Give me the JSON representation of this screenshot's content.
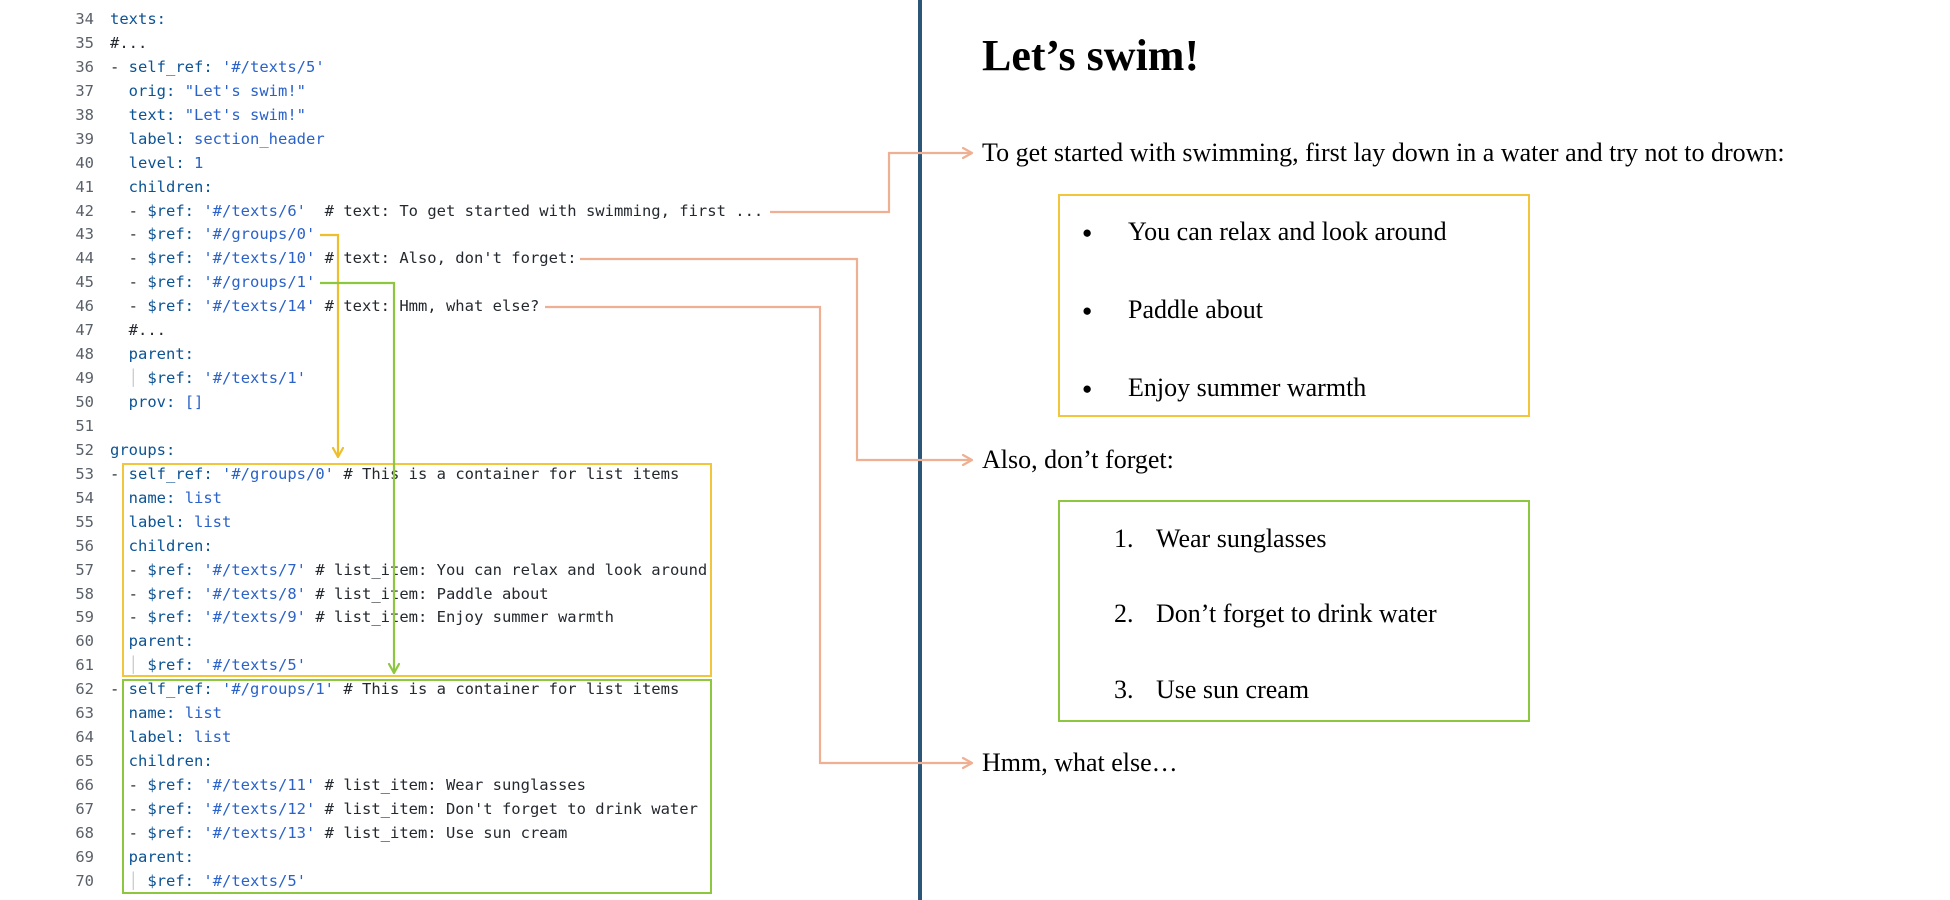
{
  "colors": {
    "divider": "#2D5577",
    "arrow_salmon": "#EFAF93",
    "arrow_yellow": "#EDBF2C",
    "arrow_green": "#8DC63F",
    "box_yellow": "#F2C63C",
    "box_green": "#8DC63F",
    "code_key": "#0B5394",
    "code_string": "#2A62C9",
    "code_plain": "#24292F",
    "line_number": "#5A6069"
  },
  "code": {
    "lines": [
      {
        "n": "34",
        "t": [
          [
            "texts:",
            "k"
          ]
        ]
      },
      {
        "n": "35",
        "t": [
          [
            "#...",
            "p"
          ]
        ]
      },
      {
        "n": "36",
        "t": [
          [
            "- ",
            "p"
          ],
          [
            "self_ref:",
            "k"
          ],
          [
            " ",
            "p"
          ],
          [
            "'#/texts/5'",
            "s"
          ]
        ]
      },
      {
        "n": "37",
        "t": [
          [
            "  ",
            "p"
          ],
          [
            "orig:",
            "k"
          ],
          [
            " ",
            "p"
          ],
          [
            "\"Let's swim!\"",
            "s"
          ]
        ]
      },
      {
        "n": "38",
        "t": [
          [
            "  ",
            "p"
          ],
          [
            "text:",
            "k"
          ],
          [
            " ",
            "p"
          ],
          [
            "\"Let's swim!\"",
            "s"
          ]
        ]
      },
      {
        "n": "39",
        "t": [
          [
            "  ",
            "p"
          ],
          [
            "label:",
            "k"
          ],
          [
            " ",
            "p"
          ],
          [
            "section_header",
            "s"
          ]
        ]
      },
      {
        "n": "40",
        "t": [
          [
            "  ",
            "p"
          ],
          [
            "level:",
            "k"
          ],
          [
            " ",
            "p"
          ],
          [
            "1",
            "s"
          ]
        ]
      },
      {
        "n": "41",
        "t": [
          [
            "  ",
            "p"
          ],
          [
            "children:",
            "k"
          ]
        ]
      },
      {
        "n": "42",
        "t": [
          [
            "  - ",
            "p"
          ],
          [
            "$ref:",
            "k"
          ],
          [
            " ",
            "p"
          ],
          [
            "'#/texts/6'",
            "s"
          ],
          [
            "  # text: To get started with swimming, first ...",
            "p"
          ]
        ]
      },
      {
        "n": "43",
        "t": [
          [
            "  - ",
            "p"
          ],
          [
            "$ref:",
            "k"
          ],
          [
            " ",
            "p"
          ],
          [
            "'#/groups/0'",
            "s"
          ]
        ]
      },
      {
        "n": "44",
        "t": [
          [
            "  - ",
            "p"
          ],
          [
            "$ref:",
            "k"
          ],
          [
            " ",
            "p"
          ],
          [
            "'#/texts/10'",
            "s"
          ],
          [
            " # text: Also, don't forget:",
            "p"
          ]
        ]
      },
      {
        "n": "45",
        "t": [
          [
            "  - ",
            "p"
          ],
          [
            "$ref:",
            "k"
          ],
          [
            " ",
            "p"
          ],
          [
            "'#/groups/1'",
            "s"
          ]
        ]
      },
      {
        "n": "46",
        "t": [
          [
            "  - ",
            "p"
          ],
          [
            "$ref:",
            "k"
          ],
          [
            " ",
            "p"
          ],
          [
            "'#/texts/14'",
            "s"
          ],
          [
            " # text: Hmm, what else?",
            "p"
          ]
        ]
      },
      {
        "n": "47",
        "t": [
          [
            "  #...",
            "p"
          ]
        ]
      },
      {
        "n": "48",
        "t": [
          [
            "  ",
            "p"
          ],
          [
            "parent:",
            "k"
          ]
        ]
      },
      {
        "n": "49",
        "t": [
          [
            "  ",
            "p"
          ],
          [
            "│",
            "g"
          ],
          [
            " ",
            "p"
          ],
          [
            "$ref:",
            "k"
          ],
          [
            " ",
            "p"
          ],
          [
            "'#/texts/1'",
            "s"
          ]
        ]
      },
      {
        "n": "50",
        "t": [
          [
            "  ",
            "p"
          ],
          [
            "prov:",
            "k"
          ],
          [
            " ",
            "p"
          ],
          [
            "[]",
            "s"
          ]
        ]
      },
      {
        "n": "51",
        "t": []
      },
      {
        "n": "52",
        "t": [
          [
            "groups:",
            "k"
          ]
        ]
      },
      {
        "n": "53",
        "t": [
          [
            "- ",
            "p"
          ],
          [
            "self_ref:",
            "k"
          ],
          [
            " ",
            "p"
          ],
          [
            "'#/groups/0'",
            "s"
          ],
          [
            " # This is a container for list items",
            "p"
          ]
        ]
      },
      {
        "n": "54",
        "t": [
          [
            "  ",
            "p"
          ],
          [
            "name:",
            "k"
          ],
          [
            " ",
            "p"
          ],
          [
            "list",
            "s"
          ]
        ]
      },
      {
        "n": "55",
        "t": [
          [
            "  ",
            "p"
          ],
          [
            "label:",
            "k"
          ],
          [
            " ",
            "p"
          ],
          [
            "list",
            "s"
          ]
        ]
      },
      {
        "n": "56",
        "t": [
          [
            "  ",
            "p"
          ],
          [
            "children:",
            "k"
          ]
        ]
      },
      {
        "n": "57",
        "t": [
          [
            "  - ",
            "p"
          ],
          [
            "$ref:",
            "k"
          ],
          [
            " ",
            "p"
          ],
          [
            "'#/texts/7'",
            "s"
          ],
          [
            " # list_item: You can relax and look around",
            "p"
          ]
        ]
      },
      {
        "n": "58",
        "t": [
          [
            "  - ",
            "p"
          ],
          [
            "$ref:",
            "k"
          ],
          [
            " ",
            "p"
          ],
          [
            "'#/texts/8'",
            "s"
          ],
          [
            " # list_item: Paddle about",
            "p"
          ]
        ]
      },
      {
        "n": "59",
        "t": [
          [
            "  - ",
            "p"
          ],
          [
            "$ref:",
            "k"
          ],
          [
            " ",
            "p"
          ],
          [
            "'#/texts/9'",
            "s"
          ],
          [
            " # list_item: Enjoy summer warmth",
            "p"
          ]
        ]
      },
      {
        "n": "60",
        "t": [
          [
            "  ",
            "p"
          ],
          [
            "parent:",
            "k"
          ]
        ]
      },
      {
        "n": "61",
        "t": [
          [
            "  ",
            "p"
          ],
          [
            "│",
            "g"
          ],
          [
            " ",
            "p"
          ],
          [
            "$ref:",
            "k"
          ],
          [
            " ",
            "p"
          ],
          [
            "'#/texts/5'",
            "s"
          ]
        ]
      },
      {
        "n": "62",
        "t": [
          [
            "- ",
            "p"
          ],
          [
            "self_ref:",
            "k"
          ],
          [
            " ",
            "p"
          ],
          [
            "'#/groups/1'",
            "s"
          ],
          [
            " # This is a container for list items",
            "p"
          ]
        ]
      },
      {
        "n": "63",
        "t": [
          [
            "  ",
            "p"
          ],
          [
            "name:",
            "k"
          ],
          [
            " ",
            "p"
          ],
          [
            "list",
            "s"
          ]
        ]
      },
      {
        "n": "64",
        "t": [
          [
            "  ",
            "p"
          ],
          [
            "label:",
            "k"
          ],
          [
            " ",
            "p"
          ],
          [
            "list",
            "s"
          ]
        ]
      },
      {
        "n": "65",
        "t": [
          [
            "  ",
            "p"
          ],
          [
            "children:",
            "k"
          ]
        ]
      },
      {
        "n": "66",
        "t": [
          [
            "  - ",
            "p"
          ],
          [
            "$ref:",
            "k"
          ],
          [
            " ",
            "p"
          ],
          [
            "'#/texts/11'",
            "s"
          ],
          [
            " # list_item: Wear sunglasses",
            "p"
          ]
        ]
      },
      {
        "n": "67",
        "t": [
          [
            "  - ",
            "p"
          ],
          [
            "$ref:",
            "k"
          ],
          [
            " ",
            "p"
          ],
          [
            "'#/texts/12'",
            "s"
          ],
          [
            " # list_item: Don't forget to drink water",
            "p"
          ]
        ]
      },
      {
        "n": "68",
        "t": [
          [
            "  - ",
            "p"
          ],
          [
            "$ref:",
            "k"
          ],
          [
            " ",
            "p"
          ],
          [
            "'#/texts/13'",
            "s"
          ],
          [
            " # list_item: Use sun cream",
            "p"
          ]
        ]
      },
      {
        "n": "69",
        "t": [
          [
            "  ",
            "p"
          ],
          [
            "parent:",
            "k"
          ]
        ]
      },
      {
        "n": "70",
        "t": [
          [
            "  ",
            "p"
          ],
          [
            "│",
            "g"
          ],
          [
            " ",
            "p"
          ],
          [
            "$ref:",
            "k"
          ],
          [
            " ",
            "p"
          ],
          [
            "'#/texts/5'",
            "s"
          ]
        ]
      }
    ]
  },
  "preview": {
    "heading": "Let’s swim!",
    "para1": "To get started with swimming, first lay down in a water and try not to drown:",
    "bullets": {
      "marker": "●",
      "items": [
        "You can relax and look around",
        "Paddle about",
        "Enjoy summer warmth"
      ]
    },
    "para2": "Also, don’t forget:",
    "numbered": {
      "items": [
        {
          "n": "1.",
          "text": "Wear sunglasses"
        },
        {
          "n": "2.",
          "text": "Don’t forget to drink water"
        },
        {
          "n": "3.",
          "text": "Use sun cream"
        }
      ]
    },
    "para3": "Hmm, what else…"
  }
}
